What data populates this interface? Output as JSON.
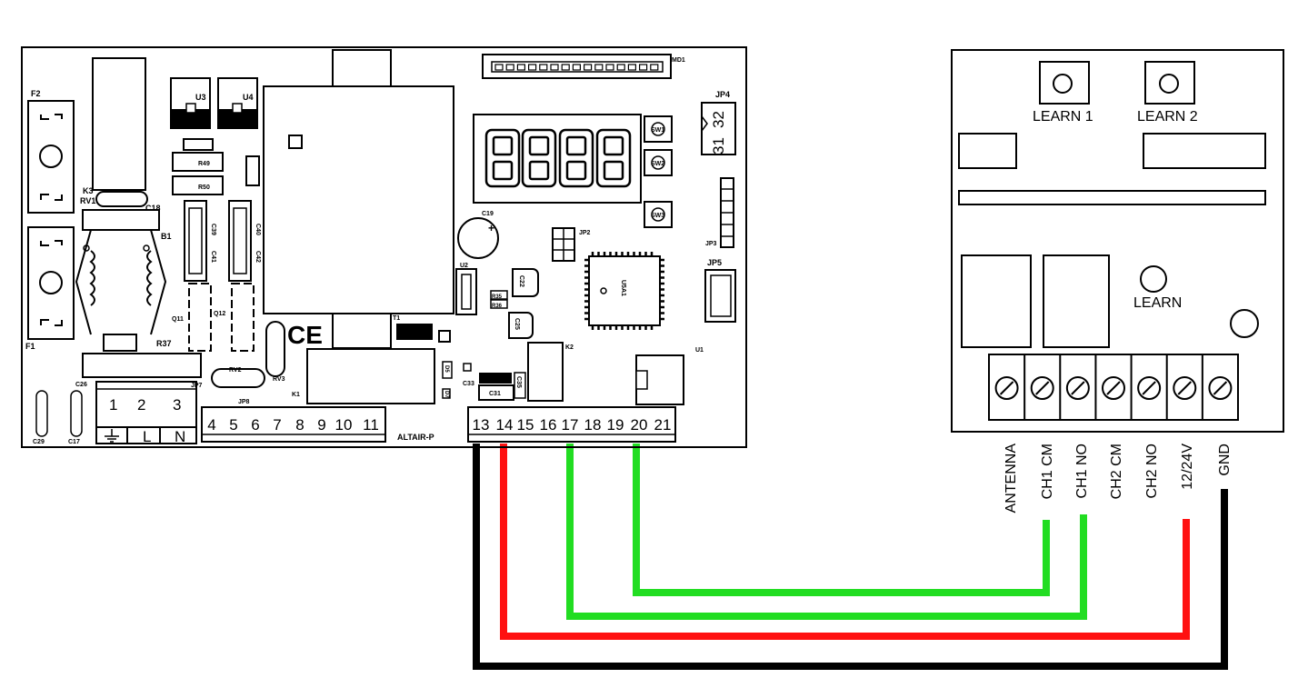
{
  "board": {
    "name": "ALTAIR-P",
    "refs": {
      "md1": "MD1",
      "jp4": "JP4",
      "jp4_pin_a": "32",
      "jp4_pin_b": "31",
      "f2": "F2",
      "f1": "F1",
      "k3": "K3",
      "rv1": "RV1",
      "c18": "C18",
      "b1": "B1",
      "u3": "U3",
      "u4": "U4",
      "r49": "R49",
      "r50": "R50",
      "c39": "C39",
      "c41": "C41",
      "c40": "C40",
      "c42": "C42",
      "q11": "Q11",
      "q12": "Q12",
      "r37": "R37",
      "c26": "C26",
      "c29": "C29",
      "c17": "C17",
      "jp7": "JP7",
      "rv2": "RV2",
      "rv3": "RV3",
      "jp8": "JP8",
      "k1": "K1",
      "t1": "T1",
      "c19": "C19",
      "jp2": "JP2",
      "u2": "U2",
      "c22": "C22",
      "r35": "R35",
      "r36": "R36",
      "c25": "C25",
      "u5a1": "U5A1",
      "sw1": "SW1",
      "sw2": "SW2",
      "sw3": "SW3",
      "jp3": "JP3",
      "jp5": "JP5",
      "k2": "K2",
      "u1": "U1",
      "c33": "C33",
      "c31": "C31",
      "c35": "C35",
      "d5": "D5",
      "d7": "D7"
    },
    "power_terminals": [
      "1",
      "2",
      "3"
    ],
    "power_labels": [
      "L",
      "N"
    ],
    "terminals_left": [
      "4",
      "5",
      "6",
      "7",
      "8",
      "9",
      "10",
      "11"
    ],
    "terminals_right": [
      "13",
      "14",
      "15",
      "16",
      "17",
      "18",
      "19",
      "20",
      "21"
    ],
    "display_digits": "8888",
    "ce_mark": "CE"
  },
  "receiver": {
    "buttons": {
      "learn1": "LEARN 1",
      "learn2": "LEARN 2",
      "learn": "LEARN"
    },
    "terminals": [
      "ANTENNA",
      "CH1 CM",
      "CH1 NO",
      "CH2 CM",
      "CH2 NO",
      "12/24V",
      "GND"
    ]
  },
  "wires": [
    {
      "from": "13",
      "to": "GND",
      "color": "#000000"
    },
    {
      "from": "14",
      "to": "12/24V",
      "color": "#ff0000"
    },
    {
      "from": "17",
      "to": "CH1 NO",
      "color": "#22dd22"
    },
    {
      "from": "20",
      "to": "CH1 CM",
      "color": "#22dd22"
    }
  ]
}
